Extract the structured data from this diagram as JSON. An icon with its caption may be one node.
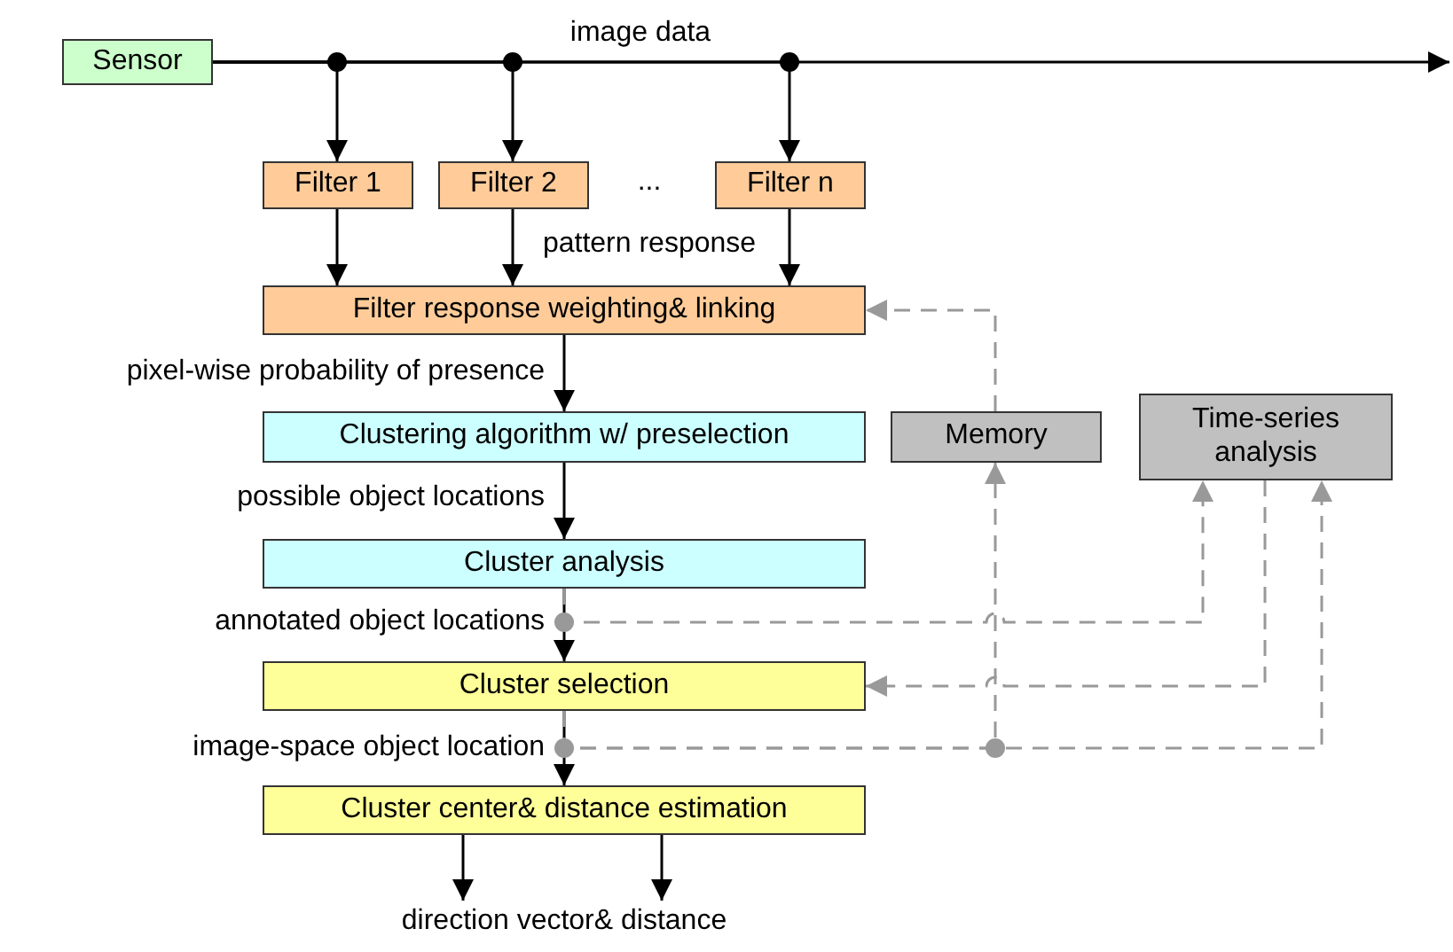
{
  "diagram": {
    "nodes": [
      {
        "text": [
          "Sensor"
        ]
      },
      {
        "text": [
          "Filter 1"
        ]
      },
      {
        "text": [
          "Filter 2"
        ]
      },
      {
        "text": [
          "Filter n"
        ]
      },
      {
        "text": [
          "Filter response weighting& linking"
        ]
      },
      {
        "text": [
          "Clustering algorithm w/ preselection"
        ]
      },
      {
        "text": [
          "Memory"
        ]
      },
      {
        "text": [
          "Time-series analysis"
        ]
      },
      {
        "text": [
          "Cluster analysis"
        ]
      },
      {
        "text": [
          "Cluster selection"
        ]
      },
      {
        "text": [
          "Cluster center& distance estimation"
        ]
      },
      {
        "text": [
          "direction vector& distance"
        ]
      }
    ],
    "edges": [
      {
        "from": 0,
        "to": null,
        "arrow": "to",
        "label": "image data"
      },
      {
        "from": 0,
        "to": 1,
        "arrow": "to"
      },
      {
        "from": 0,
        "to": 2,
        "arrow": "to"
      },
      {
        "from": 0,
        "to": 3,
        "arrow": "to"
      },
      {
        "from": 1,
        "to": 4,
        "arrow": "to"
      },
      {
        "from": 2,
        "to": 4,
        "arrow": "to"
      },
      {
        "from": 3,
        "to": 4,
        "arrow": "to"
      },
      {
        "from": 4,
        "to": 5,
        "arrow": "to",
        "label": "pixel-wise probability of presence"
      },
      {
        "from": 5,
        "to": 8,
        "arrow": "to",
        "label": "possible object locations"
      },
      {
        "from": 8,
        "to": 9,
        "arrow": "to",
        "label": "annotated object locations"
      },
      {
        "from": 9,
        "to": 10,
        "arrow": "to",
        "label": "image-space object location"
      },
      {
        "from": 10,
        "to": 11,
        "arrow": "to"
      },
      {
        "from": 10,
        "to": 11,
        "arrow": "to"
      },
      {
        "from": 8,
        "to": 7,
        "arrow": "to",
        "style": "dashed",
        "color": "#999999"
      },
      {
        "from": 7,
        "to": 9,
        "arrow": "to",
        "style": "dashed",
        "color": "#999999"
      },
      {
        "from": 9,
        "to": 7,
        "arrow": "to",
        "style": "dashed",
        "color": "#999999"
      },
      {
        "from": 9,
        "to": 6,
        "arrow": "to",
        "style": "dashed",
        "color": "#999999"
      },
      {
        "from": 6,
        "to": 4,
        "arrow": "to",
        "style": "dashed",
        "color": "#999999"
      }
    ],
    "labels": [
      "...",
      "pattern response"
    ]
  }
}
